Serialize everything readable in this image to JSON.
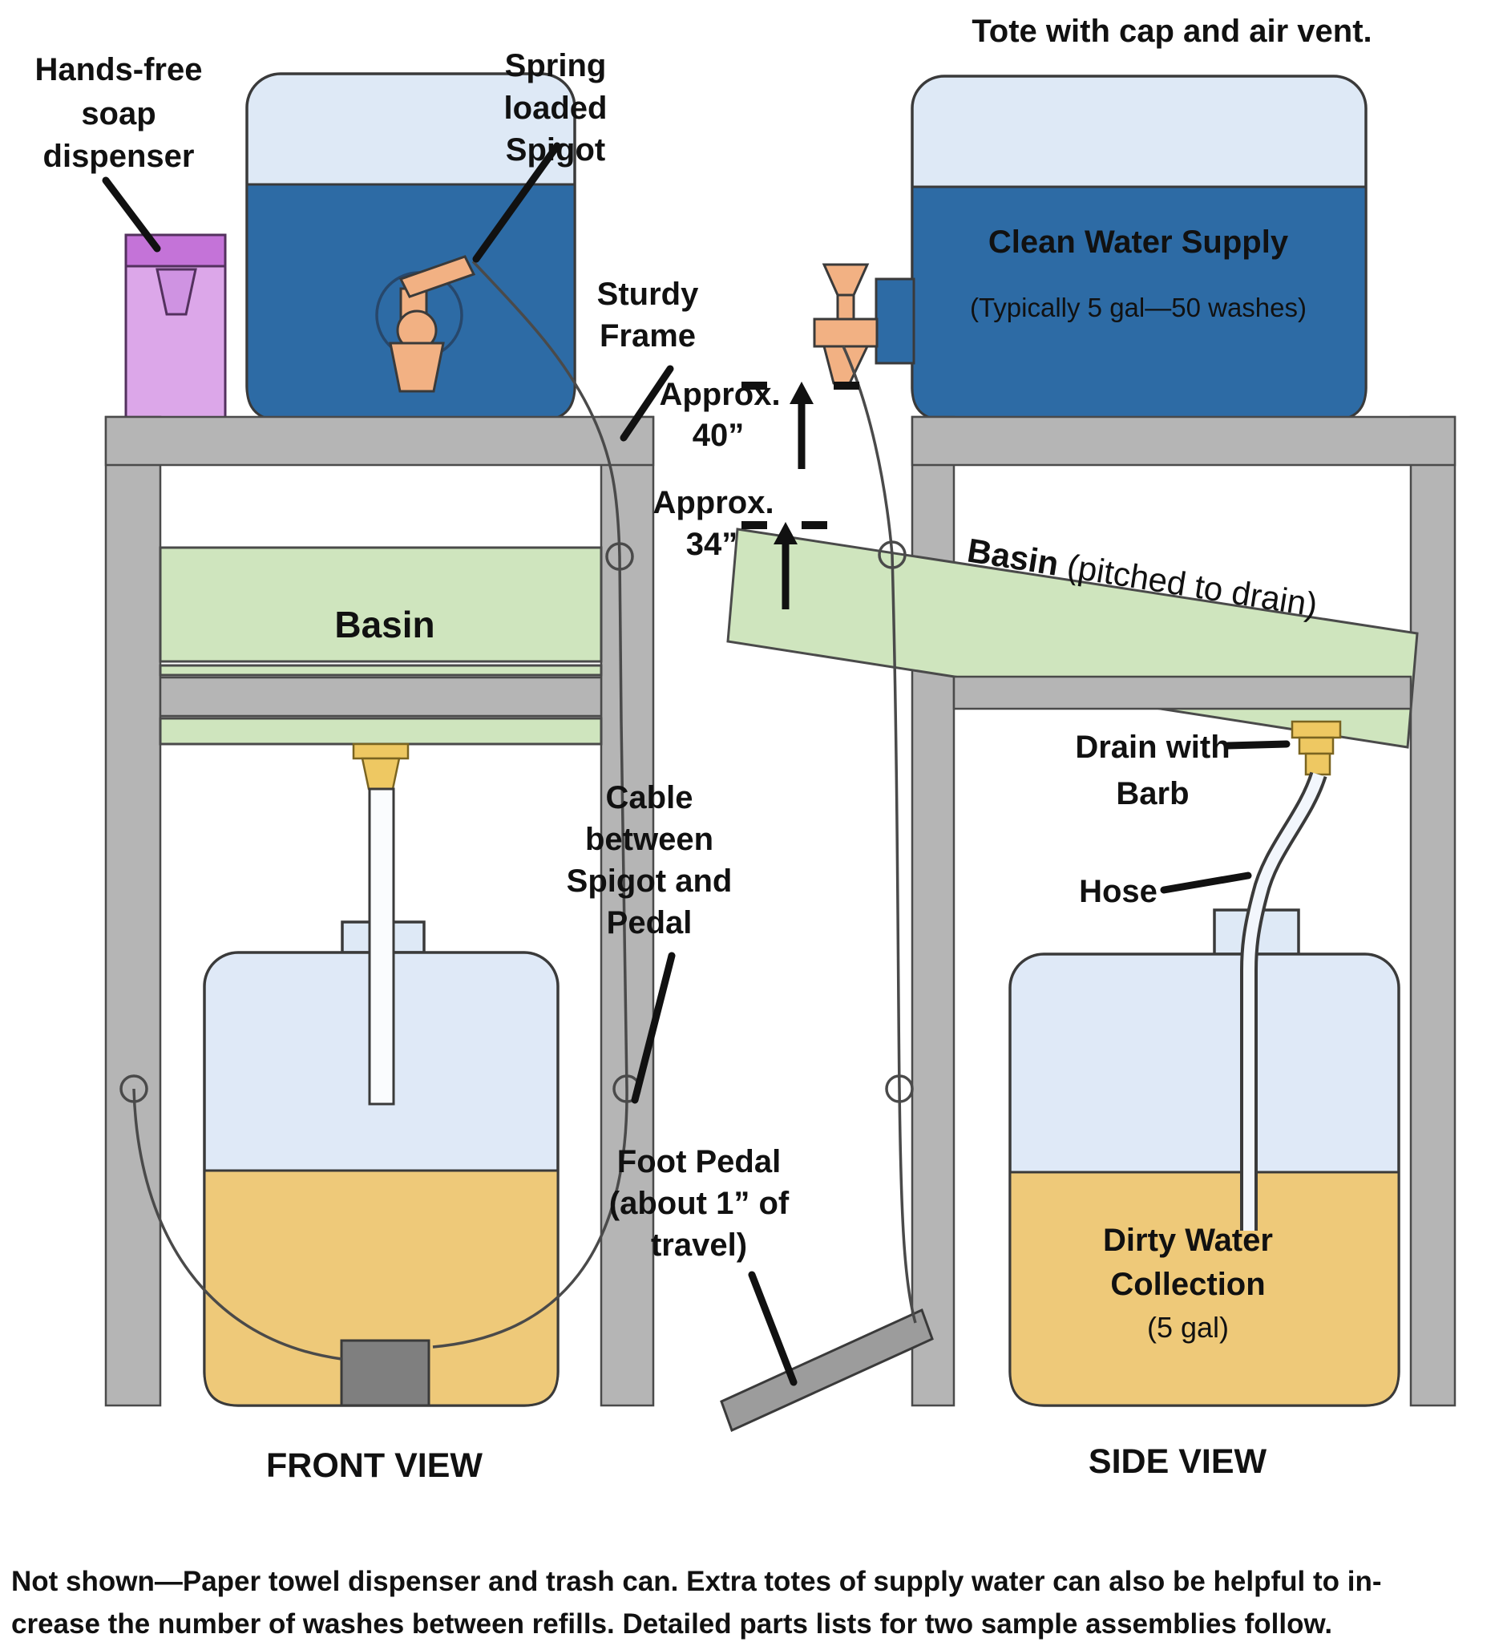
{
  "labels": {
    "soap": [
      "Hands-free",
      "soap",
      "dispenser"
    ],
    "spring_spigot": [
      "Spring",
      "loaded",
      "Spigot"
    ],
    "tote_cap": "Tote with cap and air vent.",
    "clean_water_title": "Clean Water Supply",
    "clean_water_sub": "(Typically 5 gal—50 washes)",
    "sturdy_frame": [
      "Sturdy",
      "Frame"
    ],
    "approx40": [
      "Approx.",
      "40”"
    ],
    "approx34": [
      "Approx.",
      "34”"
    ],
    "basin_front": "Basin",
    "basin_side_bold": "Basin",
    "basin_side_rest": " (pitched to drain)",
    "drain": [
      "Drain with",
      "Barb"
    ],
    "hose": "Hose",
    "cable": [
      "Cable",
      "between",
      "Spigot and",
      "Pedal"
    ],
    "foot_pedal": [
      "Foot Pedal",
      "(about 1” of",
      "travel)"
    ],
    "dirty_water": [
      "Dirty Water",
      "Collection",
      "(5 gal)"
    ],
    "front_view": "FRONT VIEW",
    "side_view": "SIDE VIEW"
  },
  "footer": [
    "Not shown—Paper towel dispenser and trash can. Extra totes of supply water can also be helpful to in-",
    "crease the number of washes between refills. Detailed parts lists for two sample assemblies follow."
  ],
  "colors": {
    "frame_gray": "#b5b5b5",
    "water_blue": "#2d6ba5",
    "tote_light": "#dee9f6",
    "basin_green": "#cfe5be",
    "dirty_yellow": "#eec979",
    "soap_purple": "#dca7e9",
    "soap_cap_purple": "#c473d8",
    "spigot_orange": "#f2b183",
    "drain_yellow": "#eec862",
    "pedal_gray": "#7f7f7f"
  }
}
